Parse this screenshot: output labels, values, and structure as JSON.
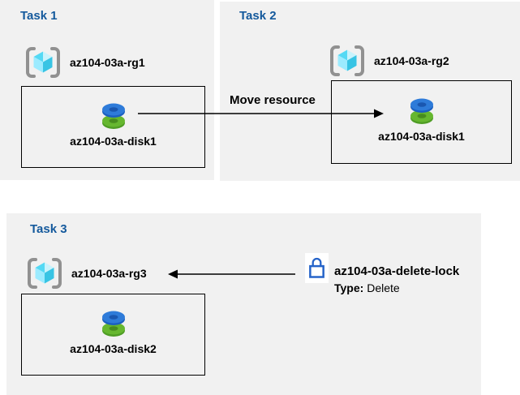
{
  "tasks": [
    {
      "title": "Task 1",
      "resource_group": "az104-03a-rg1",
      "resource": "az104-03a-disk1"
    },
    {
      "title": "Task 2",
      "resource_group": "az104-03a-rg2",
      "resource": "az104-03a-disk1"
    },
    {
      "title": "Task 3",
      "resource_group": "az104-03a-rg3",
      "resource": "az104-03a-disk2"
    }
  ],
  "arrows": {
    "move": {
      "label": "Move resource",
      "direction": "right"
    },
    "lock": {
      "direction": "left"
    }
  },
  "lock": {
    "name": "az104-03a-delete-lock",
    "type_label": "Type:",
    "type_value": "Delete"
  },
  "icons": {
    "resource_group": "resource-group-icon",
    "disk": "disk-icon",
    "lock": "lock-icon"
  },
  "colors": {
    "panel_background": "#F1F1F1",
    "heading_blue": "#14599C",
    "lock_blue": "#2563C9",
    "disk_blue": "#2E7BD9",
    "disk_green": "#66B72F",
    "cube_cyan_light": "#C9F3FC",
    "cube_cyan_mid": "#54D9F4",
    "cube_cyan_dark": "#38C4E4",
    "bracket_gray": "#919191",
    "arrow_black": "#000000"
  }
}
